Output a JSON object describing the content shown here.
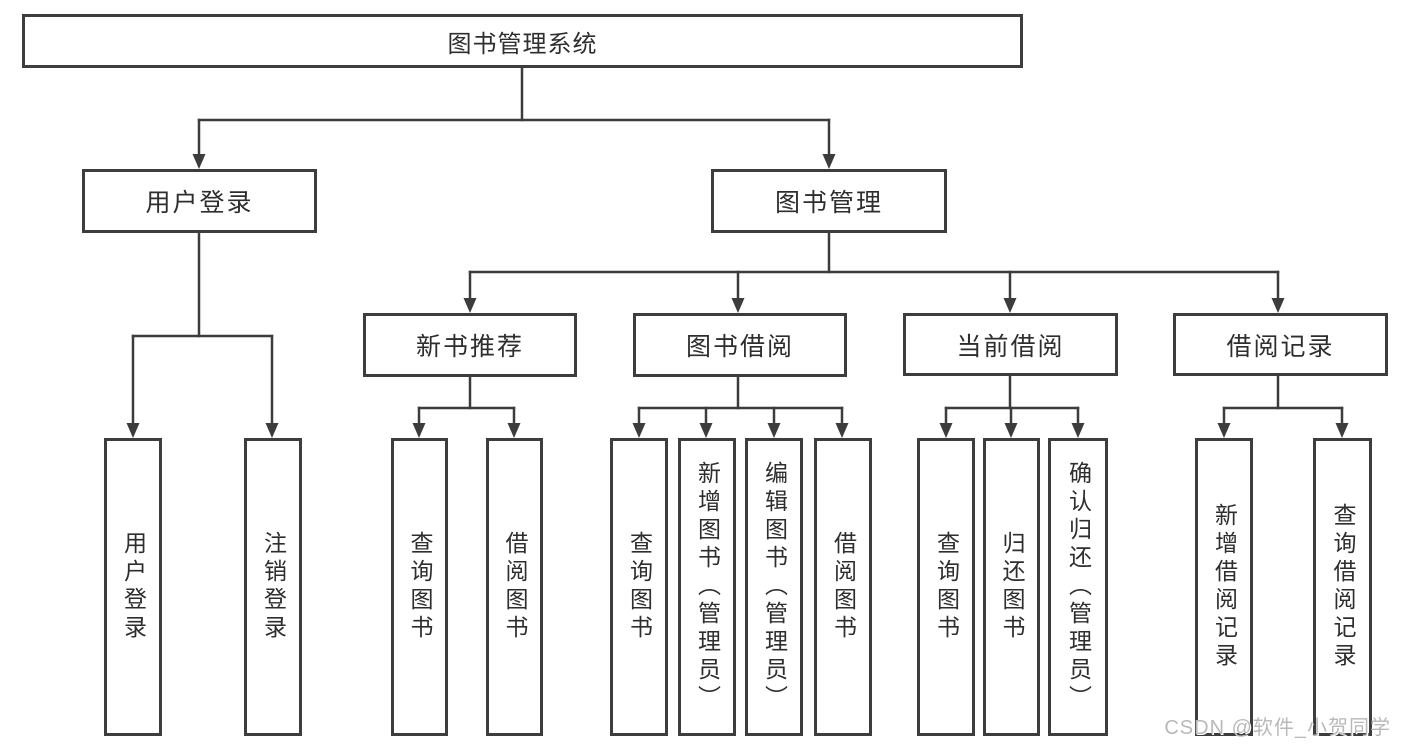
{
  "diagram": {
    "root": {
      "label": "图书管理系统"
    },
    "branches": [
      {
        "label": "用户登录",
        "children": [
          {
            "label": "用户登录"
          },
          {
            "label": "注销登录"
          }
        ]
      },
      {
        "label": "图书管理",
        "children": [
          {
            "label": "新书推荐",
            "children": [
              {
                "label": "查询图书"
              },
              {
                "label": "借阅图书"
              }
            ]
          },
          {
            "label": "图书借阅",
            "children": [
              {
                "label": "查询图书"
              },
              {
                "label": "新增图书（管理员）"
              },
              {
                "label": "编辑图书（管理员）"
              },
              {
                "label": "借阅图书"
              }
            ]
          },
          {
            "label": "当前借阅",
            "children": [
              {
                "label": "查询图书"
              },
              {
                "label": "归还图书"
              },
              {
                "label": "确认归还（管理员）"
              }
            ]
          },
          {
            "label": "借阅记录",
            "children": [
              {
                "label": "新增借阅记录"
              },
              {
                "label": "查询借阅记录"
              }
            ]
          }
        ]
      }
    ]
  },
  "watermark": {
    "text": "CSDN @软件_小贺同学"
  },
  "colors": {
    "line": "#3c3c3c",
    "border": "#3d3d3d",
    "text": "#2e2e2e",
    "watermark_text": "#b9b9b9",
    "background": "#ffffff"
  }
}
